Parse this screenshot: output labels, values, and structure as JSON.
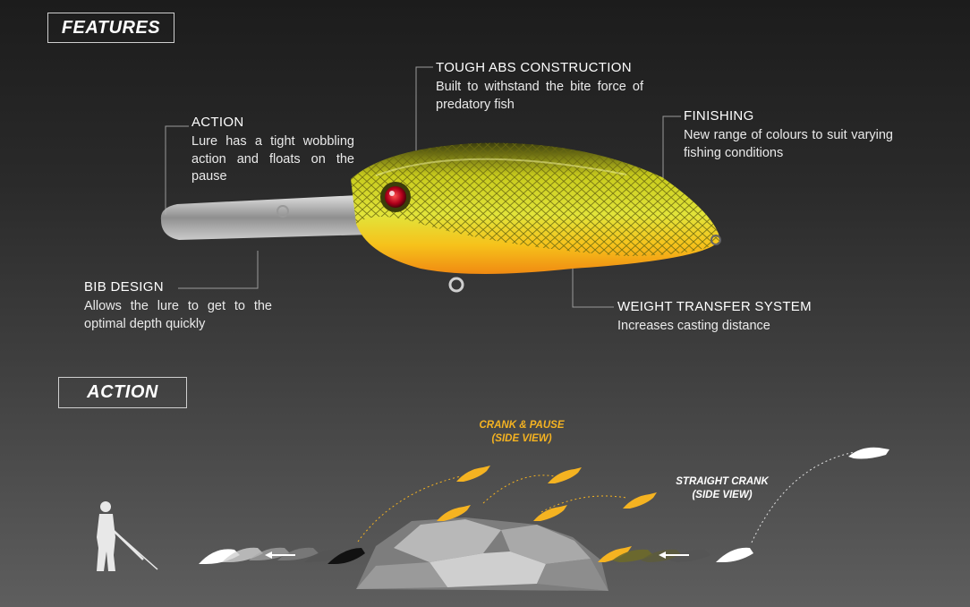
{
  "features": {
    "title": "FEATURES",
    "callouts": {
      "action": {
        "heading": "ACTION",
        "text": "Lure has a tight wobbling action and floats on the pause"
      },
      "tough_abs": {
        "heading": "TOUGH ABS CONSTRUCTION",
        "text": "Built to withstand the bite force of predatory fish"
      },
      "finishing": {
        "heading": "FINISHING",
        "text": "New range of colours to suit varying fishing conditions"
      },
      "bib_design": {
        "heading": "BIB DESIGN",
        "text": "Allows the lure to get to the optimal depth quickly"
      },
      "weight_transfer": {
        "heading": "WEIGHT TRANSFER SYSTEM",
        "text": "Increases casting distance"
      }
    }
  },
  "action_section": {
    "title": "ACTION",
    "crank_pause_label": {
      "line1": "CRANK & PAUSE",
      "line2": "(SIDE VIEW)"
    },
    "straight_crank_label": {
      "line1": "STRAIGHT CRANK",
      "line2": "(SIDE VIEW)"
    }
  },
  "colors": {
    "lure_yellow": "#d9dc1a",
    "lure_belly": "#f6a21b",
    "accent_orange": "#f5b321",
    "line_grey": "#b5b5b5"
  },
  "icons": [
    "lure-image",
    "fisherman-icon",
    "rock-icon",
    "lure-silhouette-icon",
    "arrow-icon"
  ]
}
